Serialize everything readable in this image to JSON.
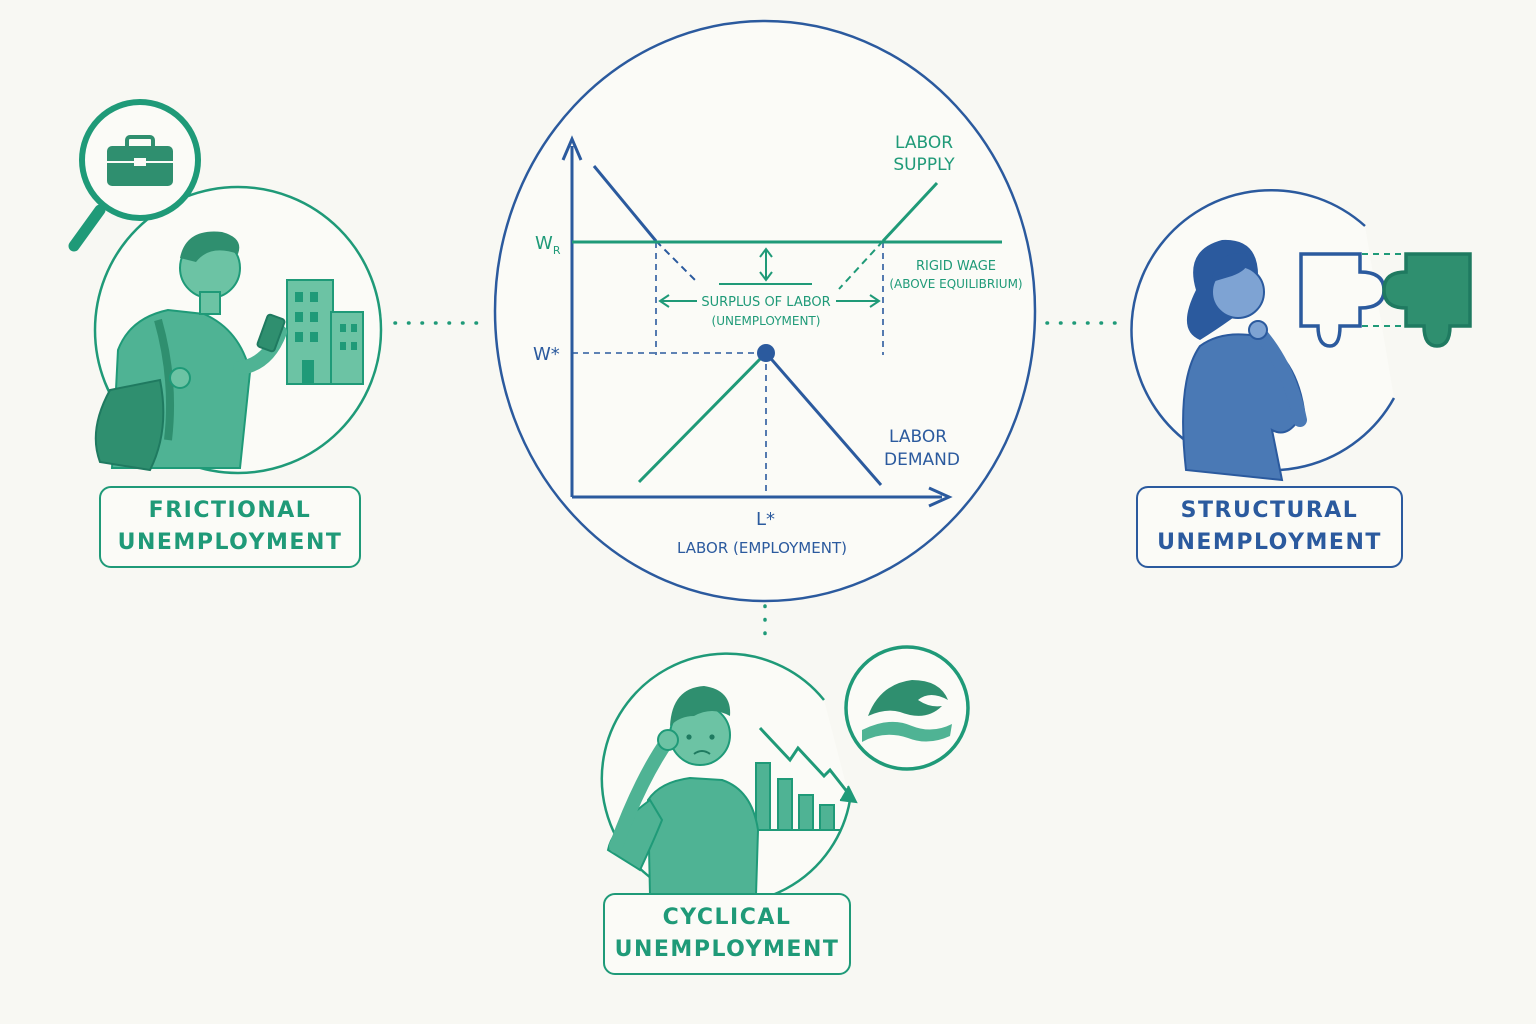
{
  "colors": {
    "green": "#1f9a78",
    "green_fill": "#4fb394",
    "blue": "#2b5a9e",
    "blue_fill": "#4a79b5",
    "background": "#f8f8f3"
  },
  "diagram": {
    "axis_y_top_label": "W",
    "axis_y_top_subscript": "R",
    "axis_y_eq_label": "W*",
    "axis_x_eq_label": "L*",
    "axis_x_title": "LABOR (EMPLOYMENT)",
    "supply_label_line1": "LABOR",
    "supply_label_line2": "SUPPLY",
    "demand_label_line1": "LABOR",
    "demand_label_line2": "DEMAND",
    "rigid_label_line1": "RIGID WAGE",
    "rigid_label_line2": "(ABOVE EQUILIBRIUM)",
    "surplus_label_line1": "SURPLUS OF LABOR",
    "surplus_label_line2": "(UNEMPLOYMENT)"
  },
  "categories": {
    "frictional": {
      "line1": "FRICTIONAL",
      "line2": "UNEMPLOYMENT",
      "icons": [
        "briefcase-icon",
        "magnifier-icon",
        "phone-icon",
        "buildings-icon"
      ]
    },
    "structural": {
      "line1": "STRUCTURAL",
      "line2": "UNEMPLOYMENT",
      "icons": [
        "puzzle-icon"
      ]
    },
    "cyclical": {
      "line1": "CYCLICAL",
      "line2": "UNEMPLOYMENT",
      "icons": [
        "wave-icon",
        "declining-bar-chart-icon"
      ]
    }
  }
}
